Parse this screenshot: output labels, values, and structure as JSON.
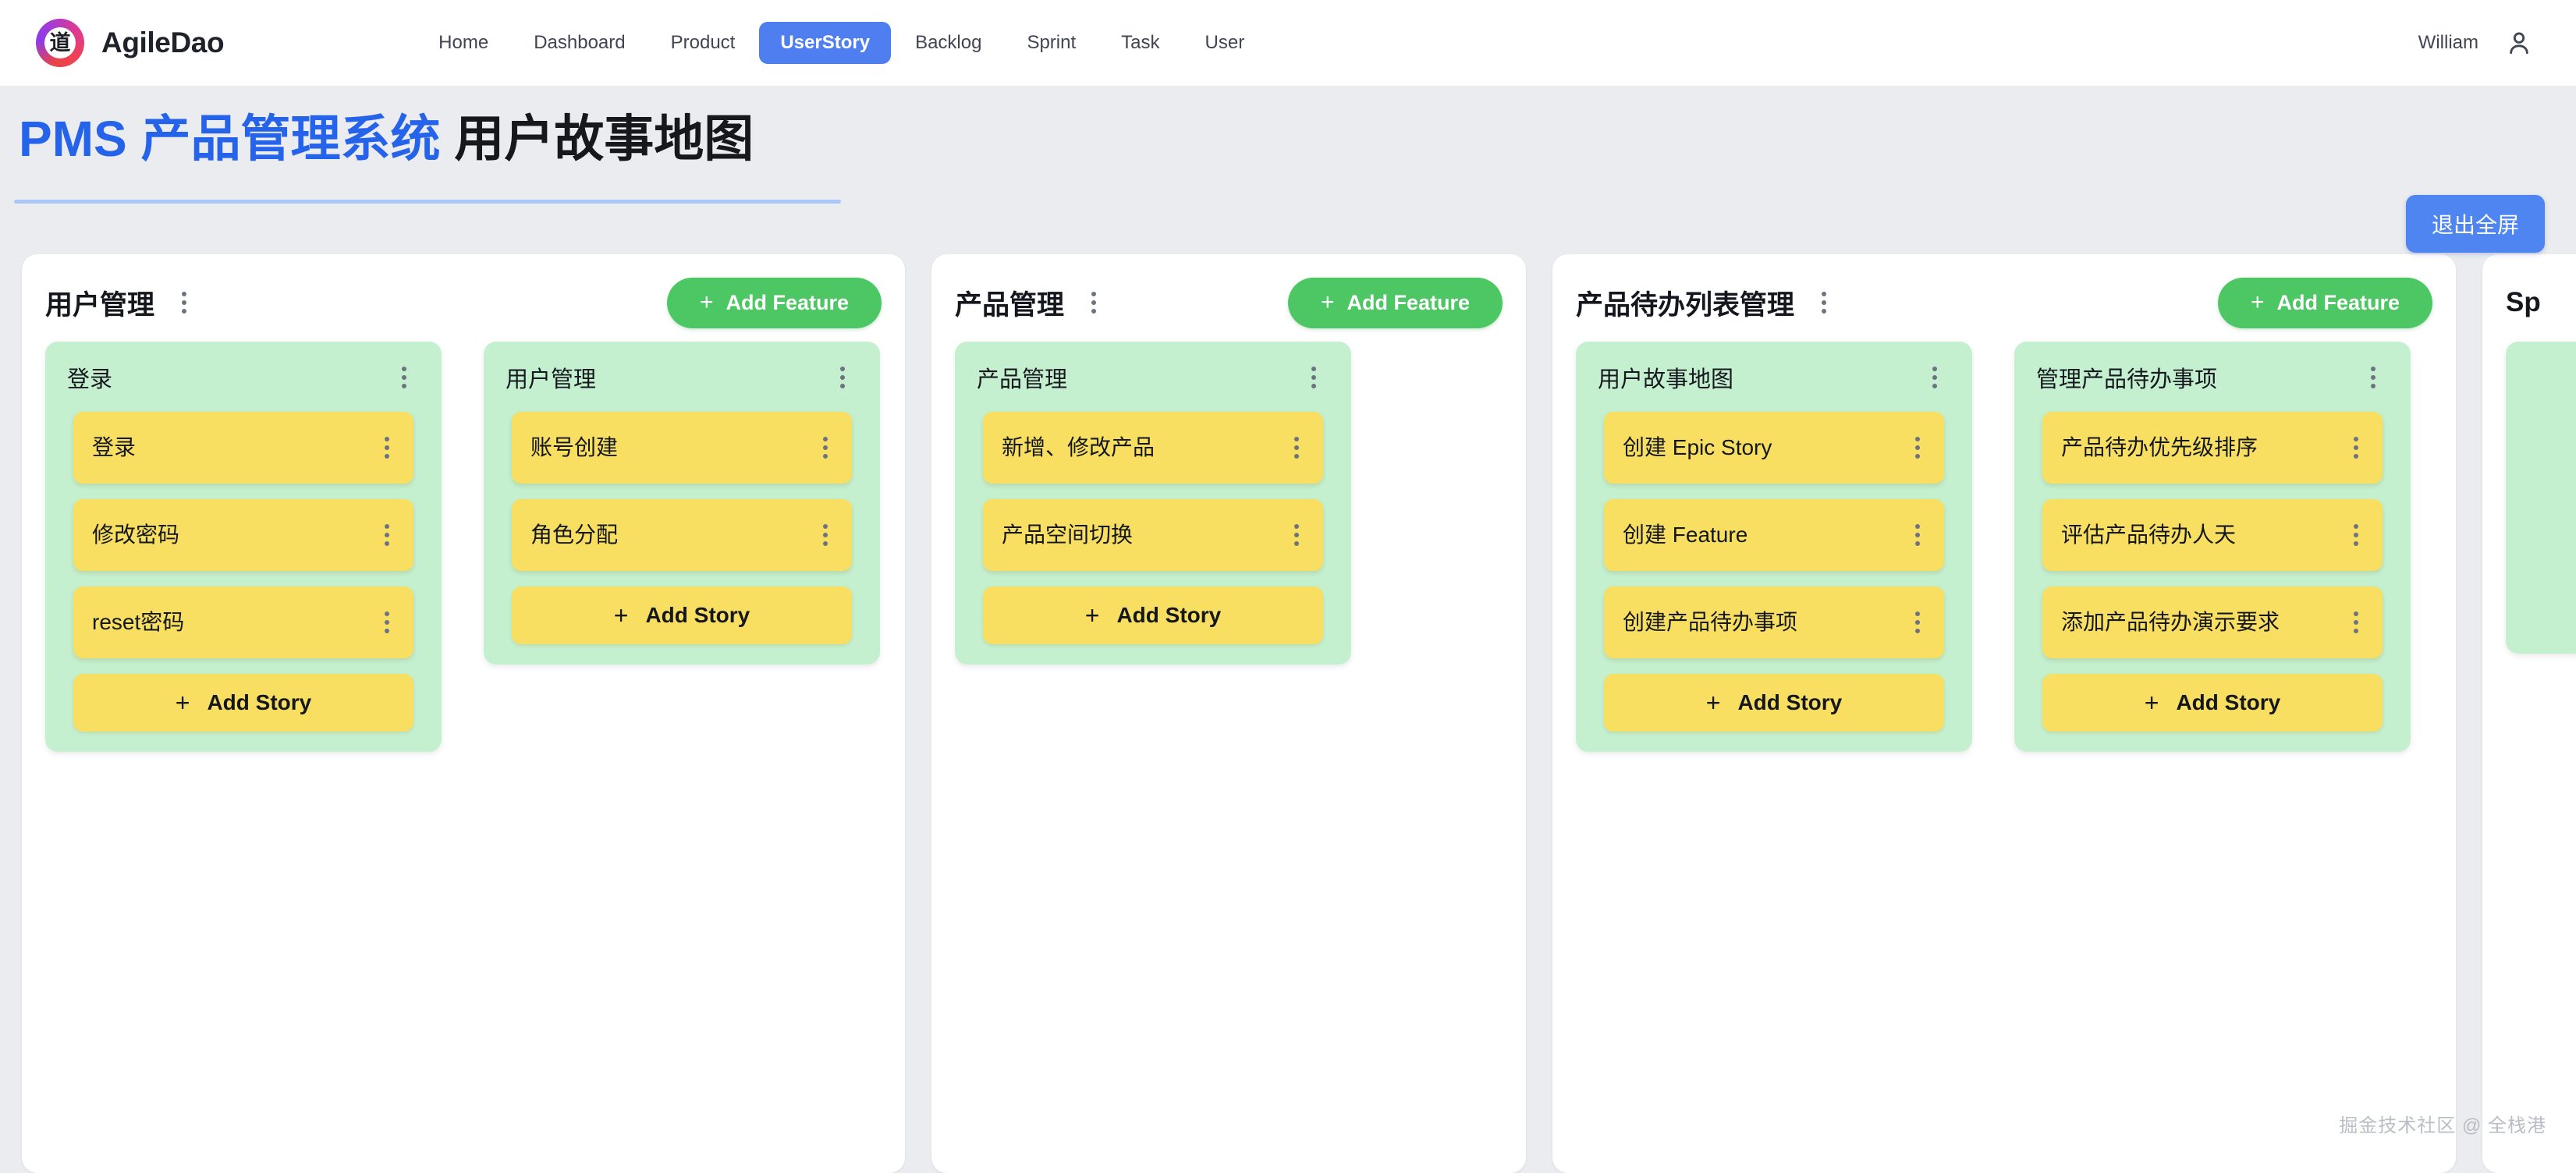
{
  "nav": {
    "logo_glyph": "道",
    "brand": "AgileDao",
    "links": [
      {
        "label": "Home",
        "active": false
      },
      {
        "label": "Dashboard",
        "active": false
      },
      {
        "label": "Product",
        "active": false
      },
      {
        "label": "UserStory",
        "active": true
      },
      {
        "label": "Backlog",
        "active": false
      },
      {
        "label": "Sprint",
        "active": false
      },
      {
        "label": "Task",
        "active": false
      },
      {
        "label": "User",
        "active": false
      }
    ],
    "username": "William",
    "accent_color": "#4e7ef0"
  },
  "title": {
    "blue_part": "PMS 产品管理系统",
    "dark_part": " 用户故事地图",
    "exit_fullscreen": "退出全屏",
    "blue_color": "#2563eb",
    "underline_color": "#a9c8f7"
  },
  "board": {
    "add_feature_label": "Add Feature",
    "add_story_label": "Add Story",
    "plus_glyph": "+",
    "feature_color": "#c5f0cf",
    "story_color": "#f8df61",
    "add_feature_color": "#4cc763",
    "columns": [
      {
        "title": "用户管理",
        "features": [
          {
            "title": "登录",
            "stories": [
              "登录",
              "修改密码",
              "reset密码"
            ]
          },
          {
            "title": "用户管理",
            "stories": [
              "账号创建",
              "角色分配"
            ]
          }
        ]
      },
      {
        "title": "产品管理",
        "features": [
          {
            "title": "产品管理",
            "stories": [
              "新增、修改产品",
              "产品空间切换"
            ]
          }
        ]
      },
      {
        "title": "产品待办列表管理",
        "features": [
          {
            "title": "用户故事地图",
            "stories": [
              "创建 Epic Story",
              "创建 Feature",
              "创建产品待办事项"
            ]
          },
          {
            "title": "管理产品待办事项",
            "stories": [
              "产品待办优先级排序",
              "评估产品待办人天",
              "添加产品待办演示要求"
            ]
          }
        ]
      },
      {
        "title": "Sp",
        "features": [
          {
            "title": "",
            "stories": []
          }
        ]
      }
    ]
  },
  "watermark": "掘金技术社区 @ 全栈港"
}
